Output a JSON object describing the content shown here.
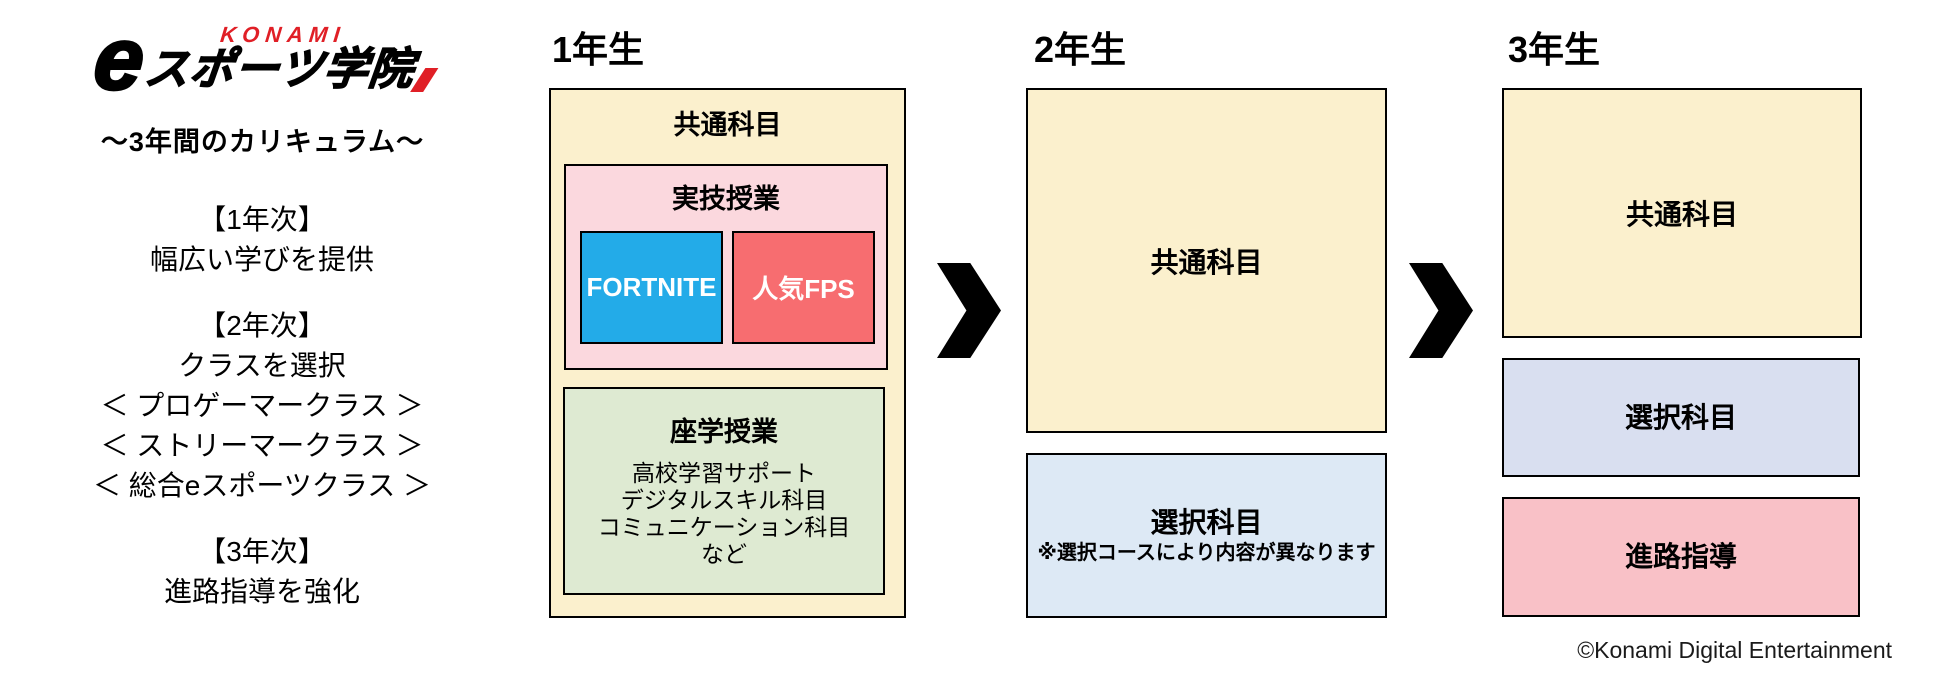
{
  "colors": {
    "common_cream": "#fbf0cd",
    "practical_pink": "#fbd8de",
    "game_blue": "#23abe8",
    "game_red": "#f76d70",
    "lecture_green": "#deead2",
    "elective_blue": "#dde9f5",
    "elective_lavender": "#d9dff0",
    "career_pink": "#f9c1c7",
    "konami_red": "#e01f26",
    "arrow_black": "#000000"
  },
  "logo": {
    "e_mark": "e",
    "brand": "KONAMI",
    "school": "スポーツ学院",
    "subtitle": "〜3年間のカリキュラム〜"
  },
  "intro": {
    "year1_heading": "【1年次】",
    "year1_line": "幅広い学びを提供",
    "year2_heading": "【2年次】",
    "year2_line": "クラスを選択",
    "year2_classes": [
      "＜ プロゲーマークラス ＞",
      "＜ ストリーマークラス ＞",
      "＜ 総合eスポーツクラス ＞"
    ],
    "year3_heading": "【3年次】",
    "year3_line": "進路指導を強化"
  },
  "columns": {
    "year1": {
      "label": "1年生",
      "common_title": "共通科目",
      "practical": {
        "title": "実技授業",
        "game1": "FORTNITE",
        "game2": "人気FPS"
      },
      "lecture": {
        "title": "座学授業",
        "items": [
          "高校学習サポート",
          "デジタルスキル科目",
          "コミュニケーション科目",
          "など"
        ]
      }
    },
    "year2": {
      "label": "2年生",
      "common_title": "共通科目",
      "elective_title": "選択科目",
      "elective_note": "※選択コースにより内容が異なります"
    },
    "year3": {
      "label": "3年生",
      "common_title": "共通科目",
      "elective_title": "選択科目",
      "career_title": "進路指導"
    }
  },
  "footer": {
    "copyright": "©Konami Digital Entertainment"
  }
}
